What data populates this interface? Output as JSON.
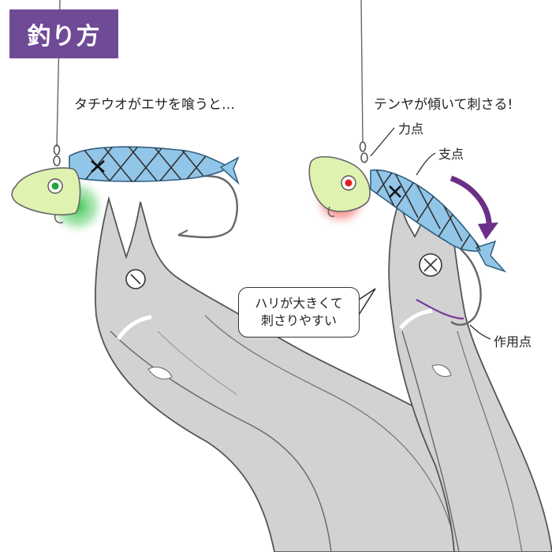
{
  "title": "釣り方",
  "left_panel": {
    "caption": "タチウオがエサを喰うと…"
  },
  "right_panel": {
    "caption": "テンヤが傾いて刺さる!",
    "labels": {
      "effort": "力点",
      "fulcrum": "支点",
      "load": "作用点"
    }
  },
  "callout": {
    "line1": "ハリが大きくて",
    "line2": "刺さりやすい"
  },
  "colors": {
    "title_bg": "#6f4a96",
    "jig_head": "#dff2b0",
    "bait": "#92c6e8",
    "glow_left": "#4fc85c",
    "glow_right": "#f03a3a",
    "arrow": "#6a2f86"
  }
}
